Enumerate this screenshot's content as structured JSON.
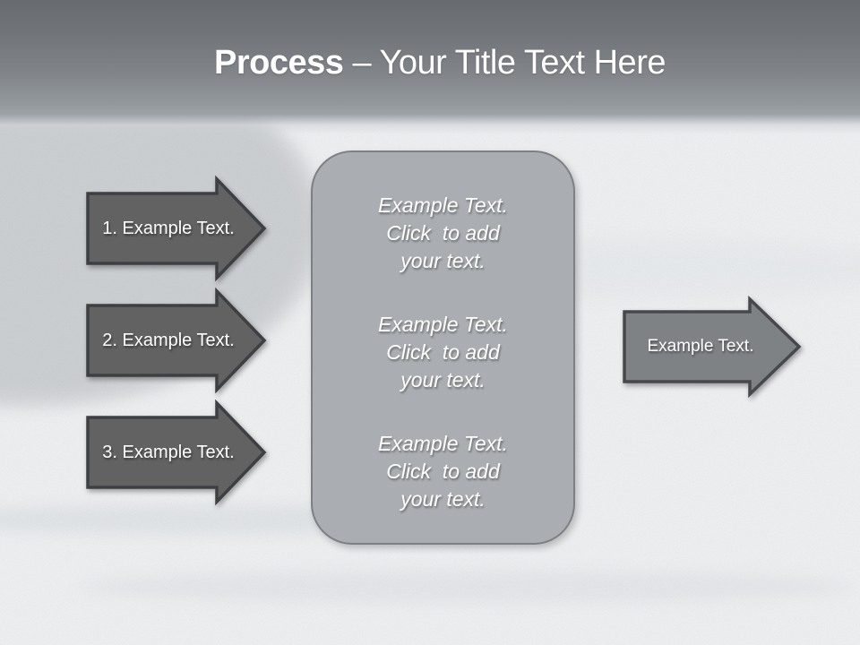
{
  "title": {
    "bold": "Process",
    "rest": " – Your Title Text Here"
  },
  "left_arrows": [
    {
      "label": "1. Example Text."
    },
    {
      "label": "2. Example Text."
    },
    {
      "label": "3. Example Text."
    }
  ],
  "center_box": {
    "paragraphs": [
      "Example Text.\nClick  to add\nyour text.",
      "Example Text.\nClick  to add\nyour text.",
      "Example Text.\nClick  to add\nyour text."
    ]
  },
  "right_arrow": {
    "label": "Example Text."
  },
  "colors": {
    "header_gradient_top": "#686c71",
    "header_gradient_bottom": "#9da2a7",
    "page_background": "#eef0f2",
    "left_arrow_fill": "#626262",
    "left_arrow_border": "#3d3f42",
    "right_arrow_fill": "#7f8285",
    "right_arrow_border": "#46484b",
    "box_fill": "#aaaeb2",
    "box_border": "#7c8084",
    "text": "#ffffff"
  }
}
